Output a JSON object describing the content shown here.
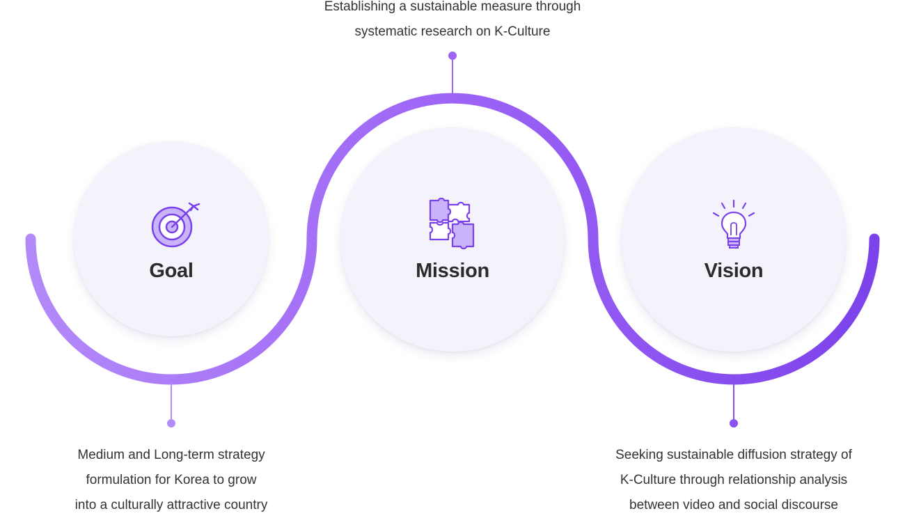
{
  "nodes": [
    {
      "title": "Goal",
      "description": [
        "Medium and Long-term strategy",
        "formulation for Korea to grow",
        "into a culturally attractive country"
      ],
      "icon": "target-icon"
    },
    {
      "title": "Mission",
      "description": [
        "Establishing a sustainable measure through",
        "systematic research on K-Culture"
      ],
      "icon": "puzzle-icon"
    },
    {
      "title": "Vision",
      "description": [
        "Seeking sustainable diffusion strategy of",
        "K-Culture through relationship analysis",
        "between video and social discourse"
      ],
      "icon": "lightbulb-icon"
    }
  ],
  "colors": {
    "accent_light": "#b48cf8",
    "accent": "#9d64f6",
    "accent_dark": "#7a40ea",
    "circle_fill": "#f4f3fb",
    "icon_fill": "#c9b4fb",
    "text": "#333333"
  }
}
